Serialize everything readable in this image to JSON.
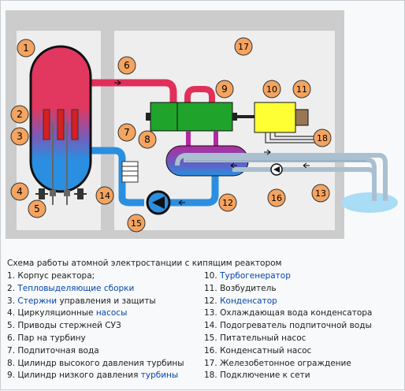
{
  "caption": {
    "title": "Схема работы атомной электростанции с кипящим реактором"
  },
  "legend_left": [
    {
      "num": "1",
      "text": "Корпус реактора;",
      "pre": "",
      "link": "",
      "post": ""
    },
    {
      "num": "2",
      "pre": "",
      "link": "Тепловыделяющие сборки",
      "post": ""
    },
    {
      "num": "3",
      "pre": "",
      "link": "Стержни",
      "post": " управления и защиты"
    },
    {
      "num": "4",
      "pre": "Циркуляционные ",
      "link": "насосы",
      "post": ""
    },
    {
      "num": "5",
      "pre": "Приводы стержней СУЗ",
      "link": "",
      "post": ""
    },
    {
      "num": "6",
      "pre": "Пар на турбину",
      "link": "",
      "post": ""
    },
    {
      "num": "7",
      "pre": "Подпиточная вода",
      "link": "",
      "post": ""
    },
    {
      "num": "8",
      "pre": "Цилиндр высокого давления турбины",
      "link": "",
      "post": ""
    },
    {
      "num": "9",
      "pre": "Цилиндр низкого давления ",
      "link": "турбины",
      "post": ""
    }
  ],
  "legend_right": [
    {
      "num": "10",
      "pre": "",
      "link": "Турбогенератор",
      "post": ""
    },
    {
      "num": "11",
      "pre": "Возбудитель",
      "link": "",
      "post": ""
    },
    {
      "num": "12",
      "pre": "",
      "link": "Конденсатор",
      "post": ""
    },
    {
      "num": "13",
      "pre": "Охлаждающая вода конденсатора",
      "link": "",
      "post": ""
    },
    {
      "num": "14",
      "pre": "Подогреватель подпиточной воды",
      "link": "",
      "post": ""
    },
    {
      "num": "15",
      "pre": "Питательный насос",
      "link": "",
      "post": ""
    },
    {
      "num": "16",
      "pre": "Конденсатный насос",
      "link": "",
      "post": ""
    },
    {
      "num": "17",
      "pre": "Железобетонное ограждение",
      "link": "",
      "post": ""
    },
    {
      "num": "18",
      "pre": "Подключение к сети",
      "link": "",
      "post": ""
    }
  ],
  "callouts": [
    "1",
    "2",
    "3",
    "4",
    "5",
    "6",
    "7",
    "8",
    "9",
    "10",
    "11",
    "12",
    "13",
    "14",
    "15",
    "16",
    "17",
    "18"
  ],
  "colors": {
    "steam": "#e0305a",
    "water": "#2a8fe0",
    "hp_turbine": "#1fa32a",
    "generator": "#ffff33",
    "condenser": "#b02aa0",
    "cooling_pipe": "#aac0d0",
    "cooling_pool": "#a9dcf5",
    "callout": "#f4a460",
    "wall": "#cccccc",
    "wall_inner": "#eeeeee",
    "link": "#0645ad"
  }
}
